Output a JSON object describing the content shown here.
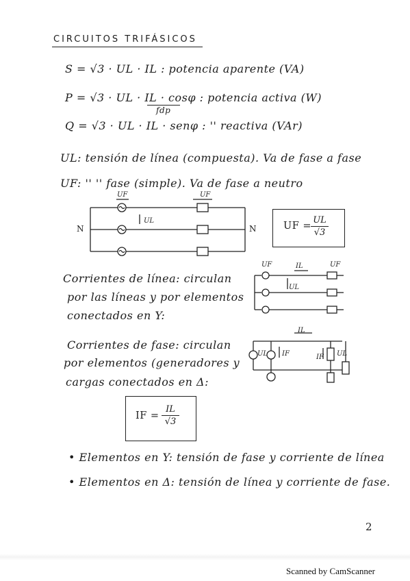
{
  "page": {
    "title": "CIRCUITOS TRIFÁSICOS",
    "page_number": "2",
    "scanner_note": "Scanned by CamScanner"
  },
  "formulas": {
    "s": "S = √3 · UL · IL : potencia aparente (VA)",
    "p": "P = √3 · UL · IL · cosφ : potencia activa (W)",
    "p_fdp": "fdp",
    "q": "Q = √3 · UL · IL · senφ :     ''      reactiva (VAr)"
  },
  "definitions": {
    "ul": "UL: tensión de línea (compuesta). Va de fase a fase",
    "uf": "UF:    ''     ''   fase (simple). Va de fase a neutro"
  },
  "circuit1": {
    "node_left": "N",
    "node_right": "N",
    "label_uf_left": "UF",
    "label_uf_right": "UF",
    "label_ul": "UL",
    "plus": "+",
    "minus": "−"
  },
  "formula_box_1": {
    "lhs": "UF =",
    "num": "UL",
    "den": "√3"
  },
  "line_currents": {
    "line1": "Corrientes de línea: circulan",
    "line2": "por las líneas y por elementos",
    "line3": "conectados en Y:"
  },
  "circuit2": {
    "uf_left": "UF",
    "il": "IL",
    "uf_right": "UF",
    "ul": "UL"
  },
  "phase_currents": {
    "line1": "Corrientes de fase: circulan",
    "line2": "por elementos (generadores y",
    "line3": "cargas conectados en Δ:"
  },
  "circuit3": {
    "il": "IL",
    "ul_left": "UL",
    "if_left": "IF",
    "if_right": "IF",
    "ul_right": "UL"
  },
  "formula_box_2": {
    "lhs": "IF =",
    "num": "IL",
    "den": "√3"
  },
  "bullets": [
    "• Elementos en Y: tensión de fase y corriente de línea",
    "• Elementos en Δ: tensión de línea y corriente de fase."
  ]
}
